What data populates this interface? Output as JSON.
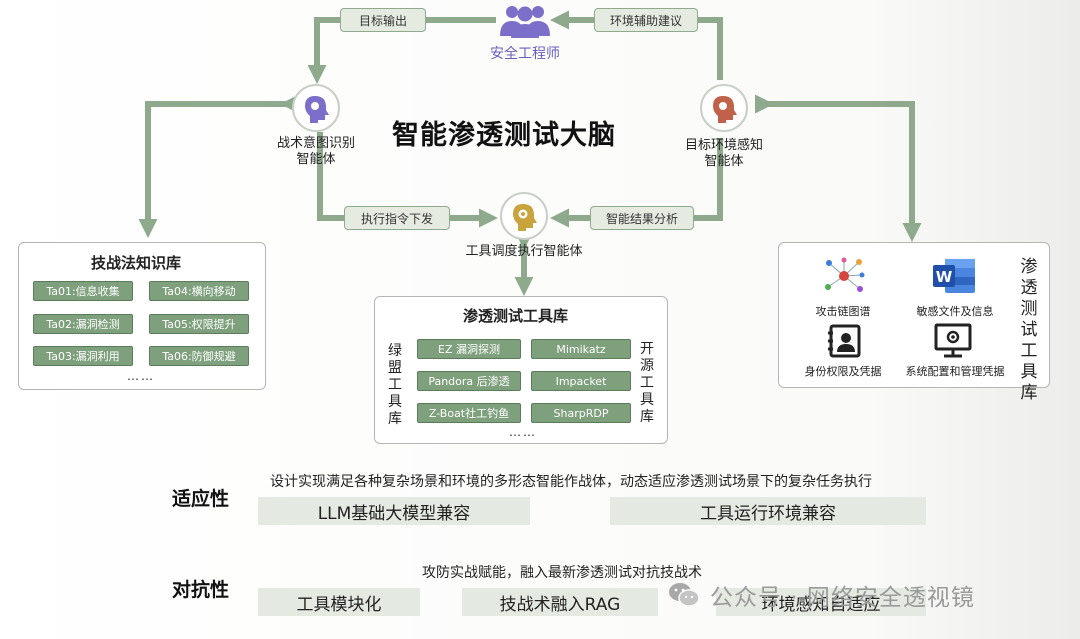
{
  "title": "智能渗透测试大脑",
  "nodes": {
    "engineer": "安全工程师",
    "tactic_agent": [
      "战术意图识别",
      "智能体"
    ],
    "env_agent": [
      "目标环境感知",
      "智能体"
    ],
    "tool_agent": "工具调度执行智能体"
  },
  "flows": {
    "target_output": "目标输出",
    "env_advice": "环境辅助建议",
    "exec_cmd": "执行指令下发",
    "result_analysis": "智能结果分析"
  },
  "tactics_kb": {
    "title": "技战法知识库",
    "items": [
      "Ta01:信息收集",
      "Ta04:横向移动",
      "Ta02:漏洞检测",
      "Ta05:权限提升",
      "Ta03:漏洞利用",
      "Ta06:防御规避"
    ],
    "more": "……"
  },
  "tool_lib": {
    "title": "渗透测试工具库",
    "left_label": "绿盟工具库",
    "right_label": "开源工具库",
    "left_items": [
      "EZ 漏洞探测",
      "Pandora 后渗透",
      "Z-Boat社工钓鱼"
    ],
    "right_items": [
      "Mimikatz",
      "Impacket",
      "SharpRDP"
    ],
    "more": "……"
  },
  "pentest_lib": {
    "vertical_title": "渗透测试工具库",
    "items": [
      "攻击链图谱",
      "敏感文件及信息",
      "身份权限及凭据",
      "系统配置和管理凭据"
    ]
  },
  "adaptability": {
    "label": "适应性",
    "desc": "设计实现满足各种复杂场景和环境的多形态智能作战体，动态适应渗透测试场景下的复杂任务执行",
    "bars": [
      "LLM基础大模型兼容",
      "工具运行环境兼容"
    ]
  },
  "adversarial": {
    "label": "对抗性",
    "desc": "攻防实战赋能，融入最新渗透测试对抗技战术",
    "bars": [
      "工具模块化",
      "技战术融入RAG",
      "环境感知自适应"
    ]
  },
  "watermark": "公众号 · 网络安全透视镜",
  "colors": {
    "accent": "#8ea98c",
    "chip": "#7fa07d",
    "bar": "#e4e9e1"
  }
}
